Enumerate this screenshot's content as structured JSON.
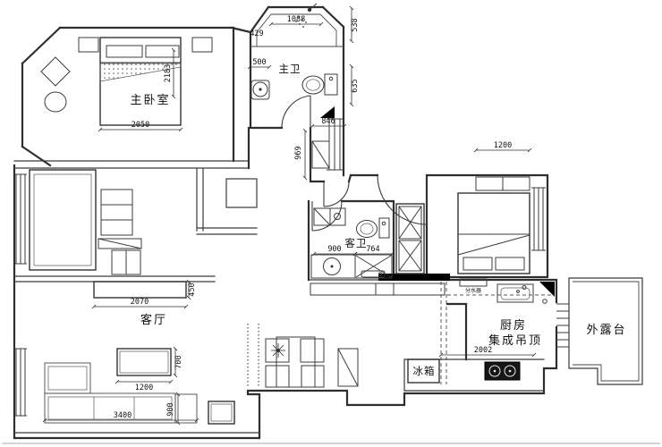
{
  "rooms": {
    "master_bedroom": "主卧室",
    "master_bath": "主卫",
    "guest_bath": "客卫",
    "living_room": "客厅",
    "kitchen": "厨房",
    "kitchen_ceiling": "集成吊顶",
    "terrace": "外露台",
    "fridge": "冰箱",
    "manifold": "分水器"
  },
  "dims": {
    "bath_top_width": "1088",
    "bath_chamfer": "429",
    "bath_right_top": "538",
    "vanity": "500",
    "toilet_side": "635",
    "entry_window": "846",
    "entry_side": "969",
    "bed_width": "2050",
    "bed_length": "2183",
    "b2_closet": "1200",
    "gb_sink": "900",
    "gb_washer": "764",
    "tv_width": "2070",
    "tv_depth": "450",
    "table_depth": "700",
    "table_width": "1200",
    "sofa_width": "3400",
    "sofa_depth": "900",
    "kitchen_width": "2002"
  }
}
